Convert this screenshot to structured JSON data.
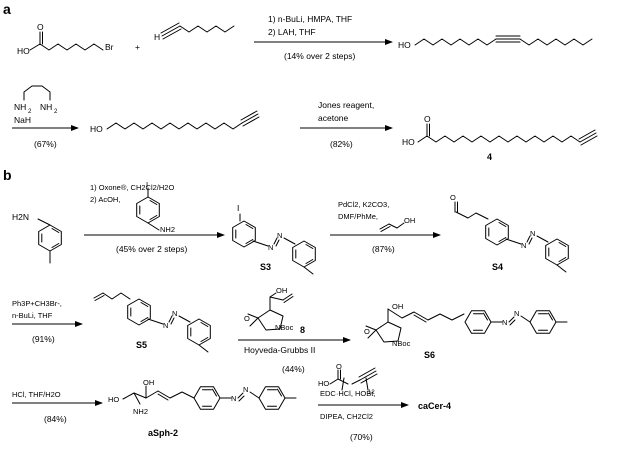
{
  "panel_a": {
    "label": "a",
    "step1": {
      "plus": "+",
      "reagent1": "1) n-BuLi, HMPA, THF",
      "reagent2": "2) LAH, THF",
      "yield": "(14% over 2 steps)"
    },
    "atoms": {
      "br": "Br",
      "h": "H",
      "ho1": "HO",
      "ho2": "HO",
      "ho3": "HO",
      "o1": "O",
      "o2": "O",
      "nh2_1": "NH",
      "nh2_2": "NH"
    },
    "step2": {
      "reagent": "NaH",
      "yield": "(67%)"
    },
    "step3": {
      "reagent1": "Jones reagent,",
      "reagent2": "acetone",
      "yield": "(82%)"
    },
    "product_label": "4"
  },
  "panel_b": {
    "label": "b",
    "step1": {
      "reagent1": "1) Oxone®, CH2Cl2/H2O",
      "reagent2": "2) AcOH,",
      "yield": "(45% over 2 steps)"
    },
    "step2": {
      "reagent1": "PdCl2, K2CO3,",
      "reagent2": "DMF/PhMe,",
      "yield": "(87%)"
    },
    "step3": {
      "reagent1": "Ph3P+CH3Br-,",
      "reagent2": "n-BuLi, THF",
      "yield": "(91%)"
    },
    "step4": {
      "reagent": "Hoyveda-Grubbs II",
      "yield": "(44%)"
    },
    "step5": {
      "reagent": "HCl, THF/H2O",
      "yield": "(84%)"
    },
    "step6": {
      "reagent1": "EDC·HCl, HOBt,",
      "reagent2": "DIPEA, CH2Cl2",
      "yield": "(70%)",
      "chain_sub": "12"
    },
    "atoms": {
      "h2n": "H2N",
      "i1": "I",
      "i2": "I",
      "nh2": "NH2",
      "n": "N",
      "o_ald": "O",
      "oh": "OH",
      "o": "O",
      "nboc": "NBoc",
      "ho": "HO",
      "nh2_b": "NH2"
    },
    "labels": {
      "s3": "S3",
      "s4": "S4",
      "s5": "S5",
      "s6": "S6",
      "cpd8": "8",
      "asph2": "aSph-2",
      "cacer4": "caCer-4"
    }
  }
}
